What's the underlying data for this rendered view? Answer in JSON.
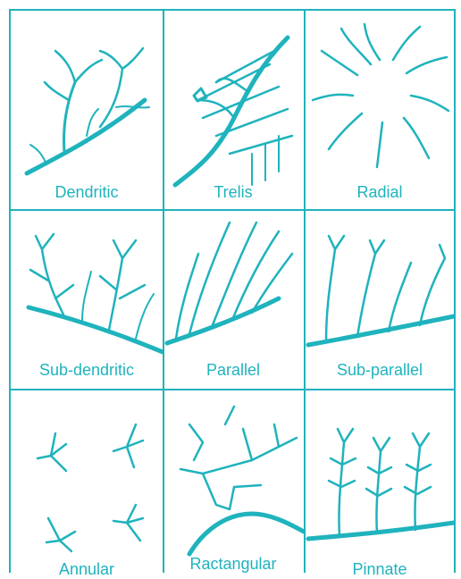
{
  "accent_color": "#1fb3bd",
  "panels": [
    {
      "label": "Dendritic",
      "icon": "dendritic-drainage-pattern"
    },
    {
      "label": "Trelis",
      "icon": "trellis-drainage-pattern"
    },
    {
      "label": "Radial",
      "icon": "radial-drainage-pattern"
    },
    {
      "label": "Sub-dendritic",
      "icon": "sub-dendritic-drainage-pattern"
    },
    {
      "label": "Parallel",
      "icon": "parallel-drainage-pattern"
    },
    {
      "label": "Sub-parallel",
      "icon": "sub-parallel-drainage-pattern"
    },
    {
      "label": "Annular",
      "icon": "annular-drainage-pattern"
    },
    {
      "label": "Ractangular",
      "icon": "rectangular-drainage-pattern"
    },
    {
      "label": "Pinnate",
      "icon": "pinnate-drainage-pattern"
    }
  ]
}
